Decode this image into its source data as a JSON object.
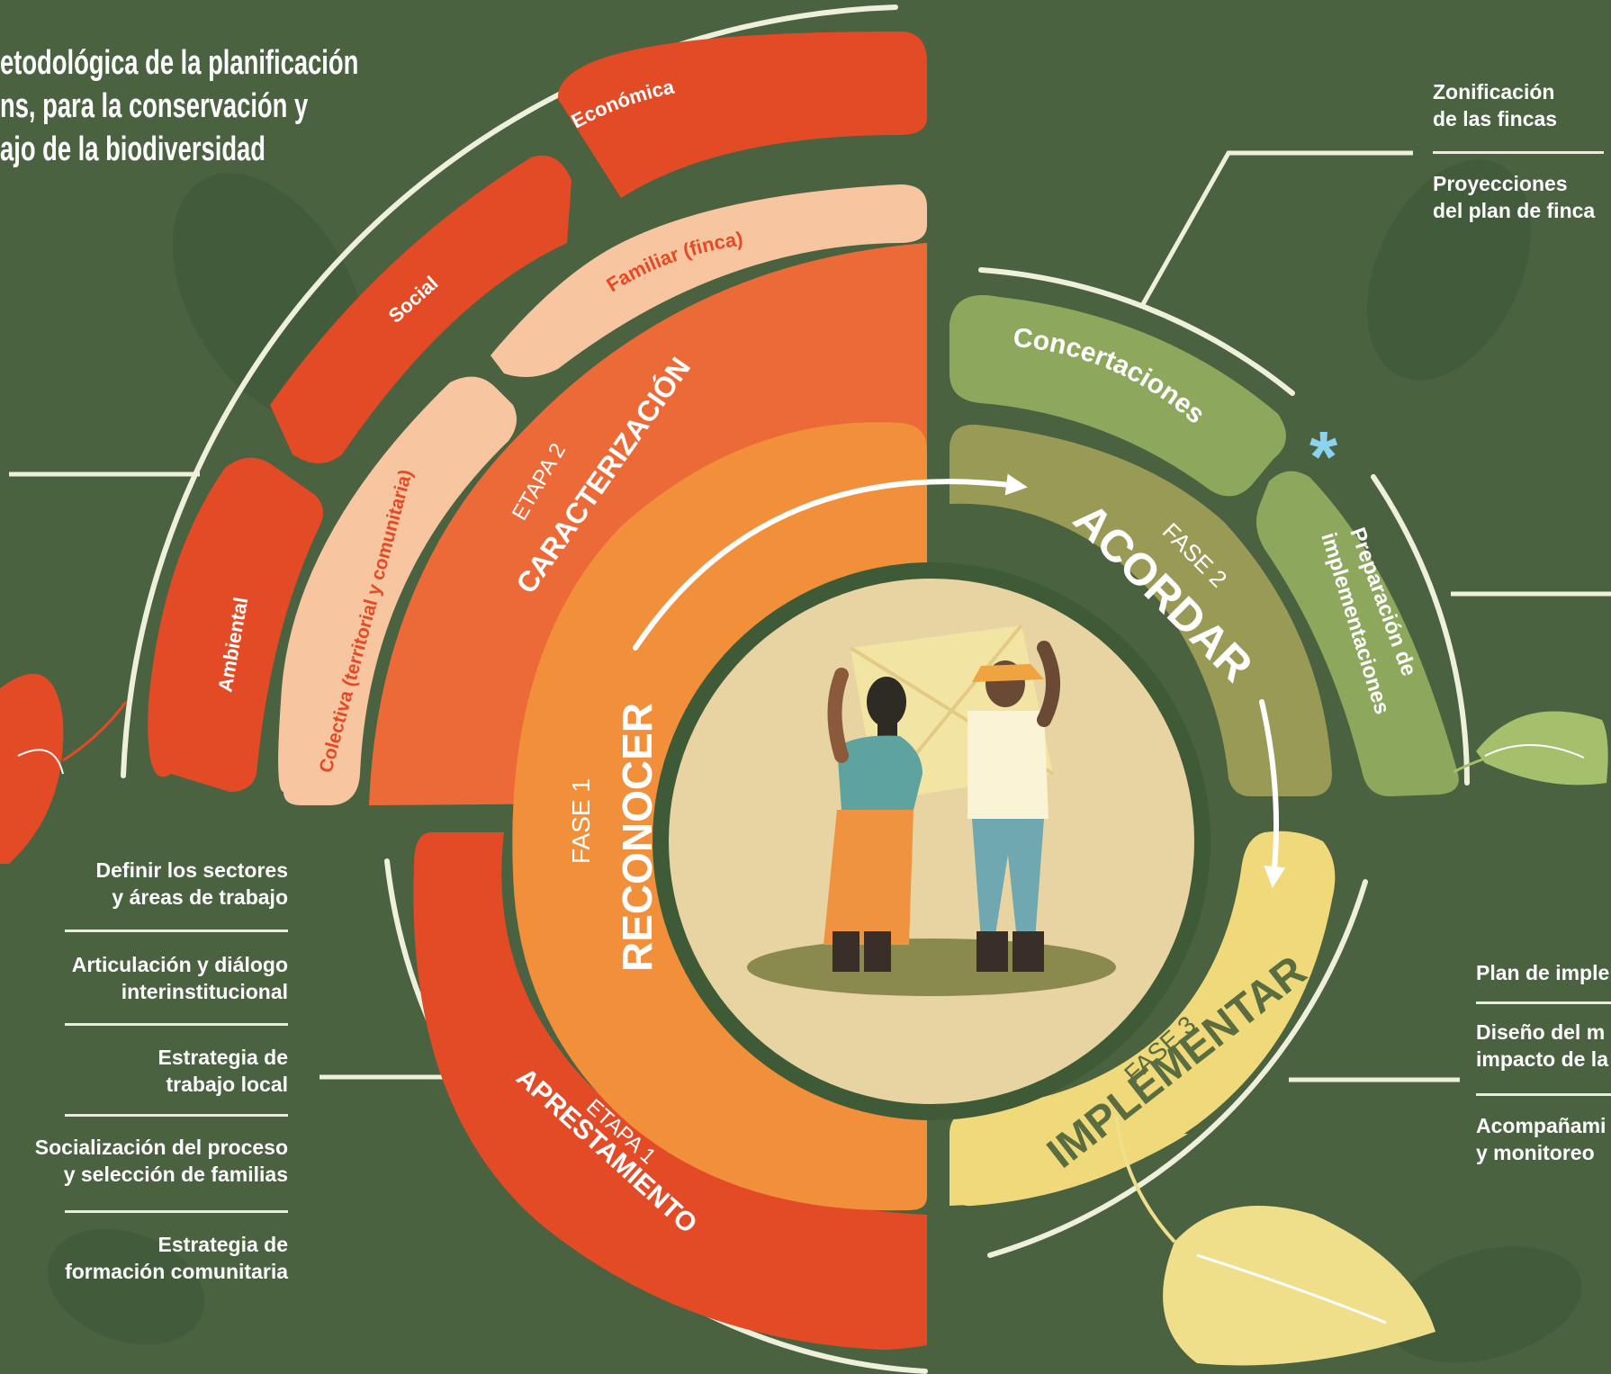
{
  "title_lines": [
    "etodológica de la planificación",
    "ns, para la conservación y",
    "ajo de la biodiversidad"
  ],
  "stage1": {
    "label": "ETAPA 1",
    "name": "APRESTAMIENTO"
  },
  "stage2": {
    "label": "ETAPA 2",
    "name": "CARACTERIZACIÓN"
  },
  "phase1": {
    "label": "FASE 1",
    "name": "RECONOCER"
  },
  "phase2": {
    "label": "FASE 2",
    "name": "ACORDAR"
  },
  "phase3": {
    "label": "FASE 3",
    "name": "IMPLEMENTAR"
  },
  "dimensions": {
    "economica": "Económica",
    "social": "Social",
    "ambiental": "Ambiental",
    "familiar": "Familiar (finca)",
    "colectiva": "Colectiva (territorial y comunitaria)"
  },
  "acordar_items": {
    "concertaciones": "Concertaciones",
    "preparacion_line1": "Preparación de",
    "preparacion_line2": "implementaciones"
  },
  "asterisk": "*",
  "left_list": [
    [
      "Definir los sectores",
      "y áreas de trabajo"
    ],
    [
      "Articulación y diálogo",
      "interinstitucional"
    ],
    [
      "Estrategia de",
      "trabajo local"
    ],
    [
      "Socialización del proceso",
      "y selección de familias"
    ],
    [
      "Estrategia de",
      "formación comunitaria"
    ]
  ],
  "top_right_list": [
    [
      "Zonificación",
      "de las fincas"
    ],
    [
      "Proyecciones",
      "del plan de finca"
    ]
  ],
  "bottom_right_list": [
    [
      "Plan de imple"
    ],
    [
      "Diseño del m",
      "impacto de la"
    ],
    [
      "Acompañami",
      "y monitoreo"
    ]
  ],
  "colors": {
    "background": "#4a6240",
    "red": "#e34a26",
    "orange": "#ec6a38",
    "light_orange": "#f28f3b",
    "peach": "#f7c6a0",
    "olive_green": "#8da85c",
    "dark_olive": "#9a9a57",
    "yellow": "#efd97a",
    "center": "#e8d4a2"
  }
}
